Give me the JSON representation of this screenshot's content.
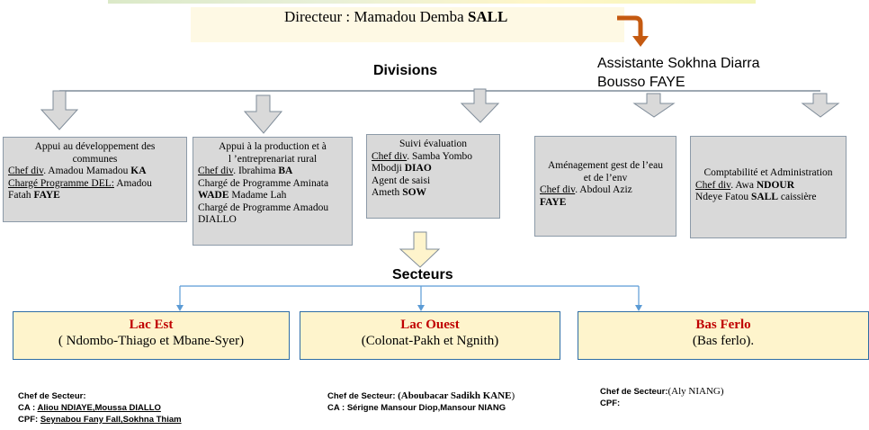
{
  "director": {
    "label": "Directeur  : Mamadou Demba ",
    "name": "SALL"
  },
  "assistant": {
    "line1": "Assistante Sokhna  Diarra",
    "line2": "Bousso FAYE"
  },
  "divisions_heading": "Divisions",
  "sectors_heading": "Secteurs",
  "divisions": [
    {
      "title1": "Appui au développement des",
      "title2": "communes",
      "chef_prefix": "Chef div",
      "chef_rest": ". Amadou Mamadou ",
      "chef_bold": "KA",
      "prog_prefix": "Chargé Programme DEL:",
      "prog_rest": " Amadou",
      "prog_name": "Fatah ",
      "prog_bold": "FAYE"
    },
    {
      "title1": "Appui à la production et à",
      "title2": "l ’entreprenariat rural",
      "chef_prefix": "Chef div",
      "chef_rest": ". Ibrahima ",
      "chef_bold": "BA",
      "line3": "Chargé de Programme Aminata",
      "line4_bold": "WADE",
      "line4_rest": " Madame Lah",
      "line5": "Chargé de Programme Amadou",
      "line6": "DIALLO"
    },
    {
      "title1": "Suivi évaluation",
      "chef_prefix": "Chef div",
      "chef_rest": ". Samba Yombo",
      "line2_rest": "Mbodji ",
      "line2_bold": "DIAO",
      "line3": "Agent de saisi",
      "line4_rest": "Ameth ",
      "line4_bold": "SOW"
    },
    {
      "title1": "Aménagement gest de l’eau",
      "title2": "et de l’env",
      "chef_prefix": "Chef div",
      "chef_rest": ". Abdoul Aziz",
      "chef_bold": "FAYE"
    },
    {
      "title1": "Comptabilité  et Administration",
      "chef_prefix": "Chef div",
      "chef_rest": ". Awa ",
      "chef_bold": "NDOUR",
      "line2_rest": "Ndeye Fatou ",
      "line2_bold": "SALL",
      "line2_end": " caissière"
    }
  ],
  "sectors": [
    {
      "name": "Lac  Est",
      "sub": "( Ndombo-Thiago et Mbane-Syer)"
    },
    {
      "name": "Lac Ouest",
      "sub": "(Colonat-Pakh et Ngnith)"
    },
    {
      "name": "Bas Ferlo",
      "sub": "(Bas ferlo)."
    }
  ],
  "chefs": [
    {
      "chef_label": "Chef de Secteur:",
      "chef_name": "",
      "ca_label": "CA : ",
      "ca_value": "Aliou NDIAYE,Moussa DIALLO",
      "cpf_label": "CPF: ",
      "cpf_value": "Seynabou Fany Fall,Sokhna Thiam"
    },
    {
      "chef_label": "Chef de Secteur: ",
      "chef_name": "(Aboubacar Sadikh KANE",
      "chef_end": ")",
      "ca_label": "CA : ",
      "ca_value": "Sérigne Mansour Diop,Mansour NIANG"
    },
    {
      "chef_label": "Chef de Secteur:",
      "chef_name": "(Aly NIANG)",
      "cpf_label": "CPF:"
    }
  ],
  "colors": {
    "arrow_fill": "#d9d9d9",
    "arrow_stroke": "#7f8c99",
    "connector": "#5b9bd5",
    "orange_arrow": "#c55a11",
    "sector_fill": "#fef4cc",
    "sector_title": "#c00000"
  }
}
